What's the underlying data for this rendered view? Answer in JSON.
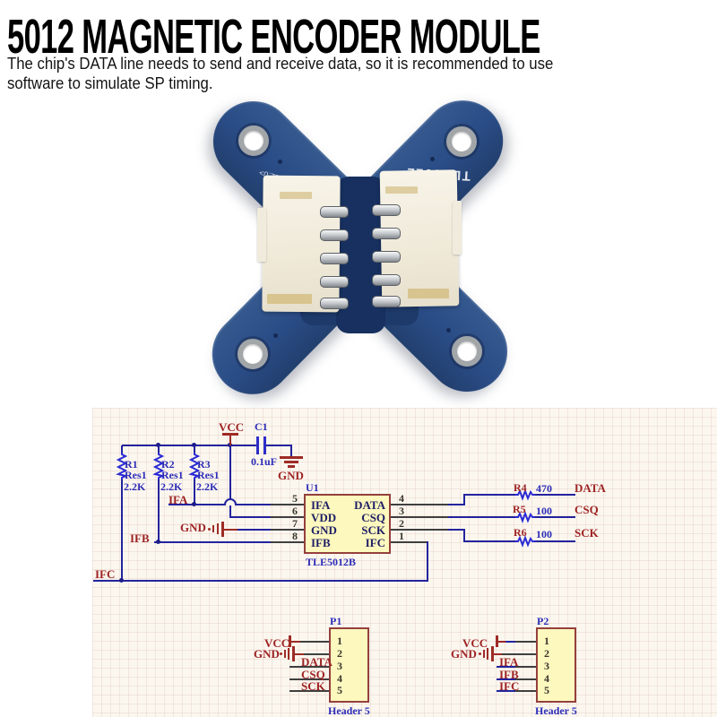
{
  "header": {
    "title": "5012 MAGNETIC ENCODER MODULE",
    "subtitle_line1": "The chip's DATA line needs to send and receive data, so it is recommended to use",
    "subtitle_line2": "software to simulate SP timing."
  },
  "pcb": {
    "silk_top_right": "TLE5012",
    "silk_top_left": "<303TLE5012.0>"
  },
  "schematic": {
    "power": {
      "vcc": "VCC",
      "cap_ref": "C1",
      "cap_value": "0.1uF",
      "gnd_top": "GND",
      "gnd_mid": "GND"
    },
    "pullups": [
      {
        "ref": "R1",
        "type": "Res1",
        "value": "2.2K"
      },
      {
        "ref": "R2",
        "type": "Res1",
        "value": "2.2K"
      },
      {
        "ref": "R3",
        "type": "Res1",
        "value": "2.2K"
      }
    ],
    "nets": {
      "ifa": "IFA",
      "ifb": "IFB",
      "ifc": "IFC"
    },
    "u1": {
      "ref": "U1",
      "part": "TLE5012B",
      "pins_left": [
        {
          "num": "5",
          "name": "IFA"
        },
        {
          "num": "6",
          "name": "VDD"
        },
        {
          "num": "7",
          "name": "GND"
        },
        {
          "num": "8",
          "name": "IFB"
        }
      ],
      "pins_right": [
        {
          "num": "4",
          "name": "DATA"
        },
        {
          "num": "3",
          "name": "CSQ"
        },
        {
          "num": "2",
          "name": "SCK"
        },
        {
          "num": "1",
          "name": "IFC"
        }
      ]
    },
    "series_resistors": [
      {
        "ref": "R4",
        "value": "470",
        "signal": "DATA"
      },
      {
        "ref": "R5",
        "value": "100",
        "signal": "CSQ"
      },
      {
        "ref": "R6",
        "value": "100",
        "signal": "SCK"
      }
    ],
    "p1": {
      "ref": "P1",
      "type": "Header 5",
      "nums": [
        "1",
        "2",
        "3",
        "4",
        "5"
      ],
      "vcc": "VCC",
      "gnd": "GND",
      "sig3": "DATA",
      "sig4": "CSQ",
      "sig5": "SCK"
    },
    "p2": {
      "ref": "P2",
      "type": "Header 5",
      "nums": [
        "1",
        "2",
        "3",
        "4",
        "5"
      ],
      "vcc": "VCC",
      "gnd": "GND",
      "sig3": "IFA",
      "sig4": "IFB",
      "sig5": "IFC"
    }
  },
  "colors": {
    "pcb_blue": "#2c4f8c",
    "wire_navy": "#23239e",
    "label_red": "#9e2424",
    "designator_blue": "#2d2db8",
    "component_fill": "#fcf8be",
    "component_border": "#94403c"
  }
}
